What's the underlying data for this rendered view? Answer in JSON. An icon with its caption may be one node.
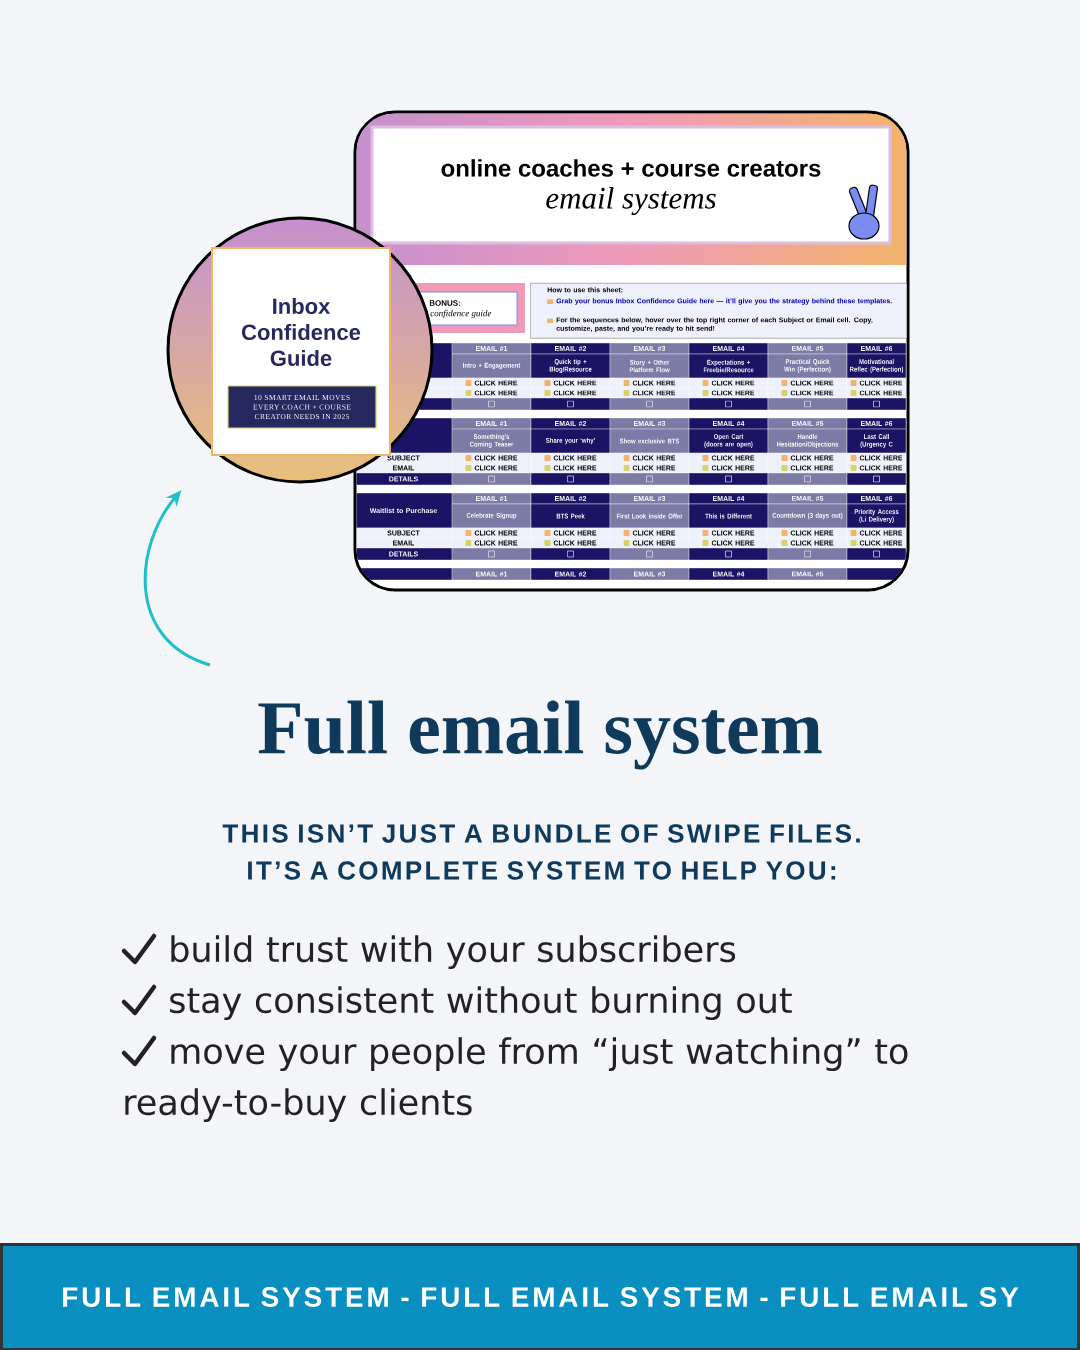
{
  "diagram": {
    "title": "Full email system",
    "nodes": [
      {
        "text": [
          "online coaches + course creators",
          "email systems"
        ]
      },
      {
        "text": [
          "BONUS:",
          "confidence guide"
        ],
        "in": 0
      },
      {
        "text": [
          "How to use this sheet:",
          "Grab your bonus Inbox Confidence Guide here — it’ll give you the strategy behind these templates.",
          "For the sequences below, hover over the top right corner of each Subject or Email cell. Copy, customize, paste, and you’re ready to hit send!"
        ],
        "in": 0
      },
      {
        "text": [
          "Inbox Confidence Guide",
          "10 SMART EMAIL MOVES EVERY COACH + COURSE CREATOR NEEDS IN 2025"
        ]
      },
      {
        "text": [
          "FULL EMAIL SYSTEM - FULL EMAIL SYSTEM - FULL EMAIL SY"
        ]
      }
    ],
    "edges": [
      {
        "from": null,
        "to": 3,
        "arrow": "to"
      }
    ],
    "labels": [
      "EMAIL #1",
      "EMAIL #2",
      "EMAIL #3",
      "EMAIL #4",
      "EMAIL #5",
      "EMAIL #6",
      "Intro + Engagement",
      "Quick tip + Blog/Resource",
      "Story + Other Platform Flow",
      "Expectations + Freebie/Resource",
      "Practical Quick Win (Perfection)",
      "Motivational Reflec (Perfection)",
      "CLICK HERE",
      "CLICK HERE",
      "CLICK HERE",
      "CLICK HERE",
      "CLICK HERE",
      "CLICK HERE",
      "CLICK HERE",
      "CLICK HERE",
      "CLICK HERE",
      "CLICK HERE",
      "CLICK HERE",
      "CLICK HERE",
      "EMAIL #1",
      "EMAIL #2",
      "EMAIL #3",
      "EMAIL #4",
      "EMAIL #5",
      "EMAIL #6",
      "Something’s Coming Teaser",
      "Share your ‘why’",
      "Show exclusive BTS",
      "Open Cart (doors are open)",
      "Handle Hesitation/Objections",
      "Last Call (Urgency C",
      "SUBJECT",
      "CLICK HERE",
      "CLICK HERE",
      "CLICK HERE",
      "CLICK HERE",
      "CLICK HERE",
      "CLICK HERE",
      "EMAIL",
      "CLICK HERE",
      "CLICK HERE",
      "CLICK HERE",
      "CLICK HERE",
      "CLICK HERE",
      "CLICK HERE",
      "DETAILS",
      "Waitlist to Purchase",
      "EMAIL #1",
      "EMAIL #2",
      "EMAIL #3",
      "EMAIL #4",
      "EMAIL #5",
      "EMAIL #6",
      "Celebrate Signup",
      "BTS Peek",
      "First Look inside Offer",
      "This is Different",
      "Countdown (3 days out)",
      "Priority Access (Li Delivery)",
      "SUBJECT",
      "CLICK HERE",
      "CLICK HERE",
      "CLICK HERE",
      "CLICK HERE",
      "CLICK HERE",
      "CLICK HERE",
      "EMAIL",
      "CLICK HERE",
      "CLICK HERE",
      "CLICK HERE",
      "CLICK HERE",
      "CLICK HERE",
      "CLICK HERE",
      "DETAILS",
      "EMAIL #1",
      "EMAIL #2",
      "EMAIL #3",
      "EMAIL #4",
      "EMAIL #5",
      "THIS ISN’T JUST A BUNDLE OF SWIPE FILES. IT’S A COMPLETE SYSTEM TO HELP YOU:",
      "build trust with your subscribers",
      "stay consistent without burning out",
      "move your people from “just watching” to ready-to-buy clients"
    ]
  }
}
